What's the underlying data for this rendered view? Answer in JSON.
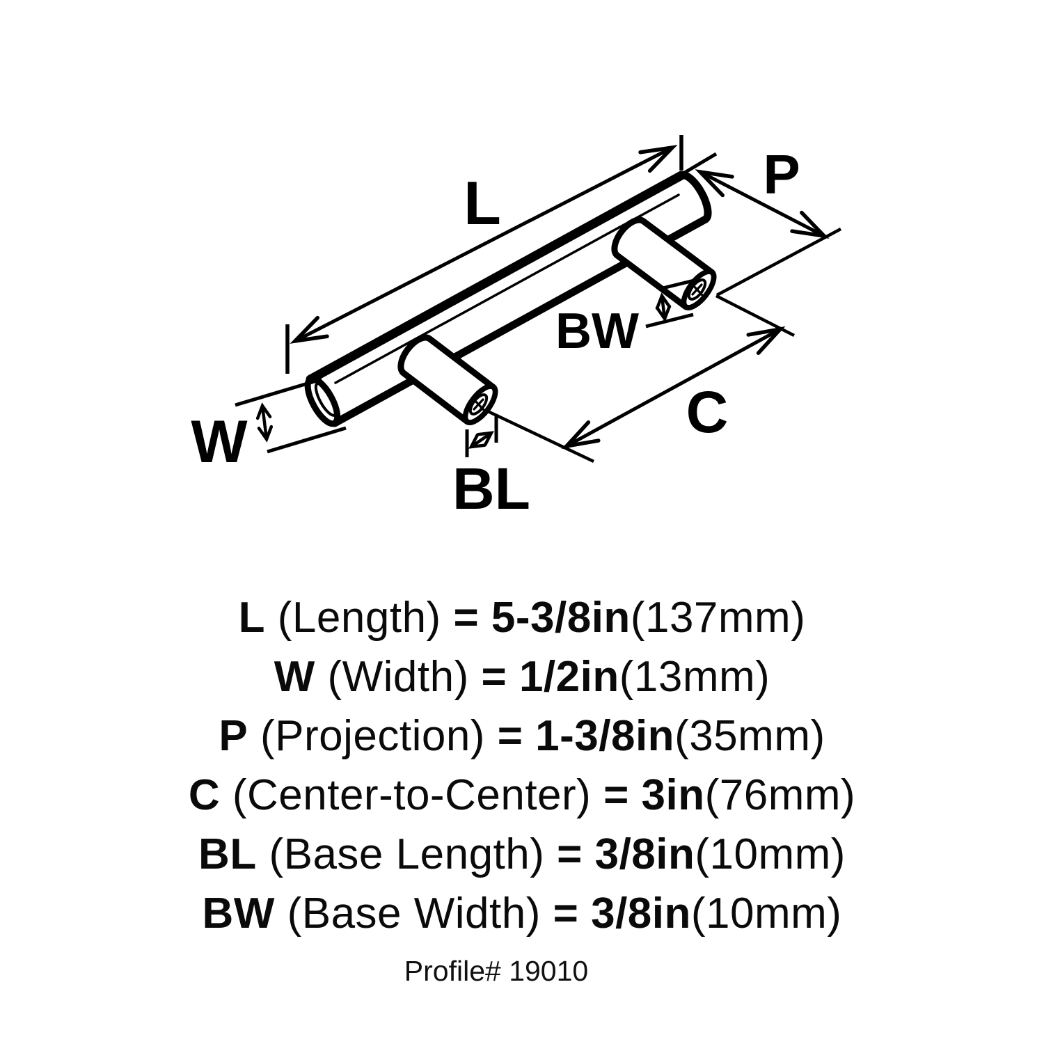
{
  "colors": {
    "ink": "#000000",
    "paper": "#ffffff"
  },
  "diagram": {
    "labels": {
      "length": "L",
      "projection": "P",
      "base_width": "BW",
      "width": "W",
      "center_to_center": "C",
      "base_length": "BL"
    }
  },
  "legend": {
    "rows": [
      {
        "code": "L",
        "name": "(Length)",
        "eq": "=",
        "imperial": "5-3/8in",
        "metric": "(137mm)"
      },
      {
        "code": "W",
        "name": "(Width)",
        "eq": "=",
        "imperial": "1/2in",
        "metric": "(13mm)"
      },
      {
        "code": "P",
        "name": "(Projection)",
        "eq": "=",
        "imperial": "1-3/8in",
        "metric": "(35mm)"
      },
      {
        "code": "C",
        "name": "(Center-to-Center)",
        "eq": "=",
        "imperial": "3in",
        "metric": "(76mm)"
      },
      {
        "code": "BL",
        "name": "(Base Length)",
        "eq": "=",
        "imperial": "3/8in",
        "metric": "(10mm)"
      },
      {
        "code": "BW",
        "name": "(Base Width)",
        "eq": "=",
        "imperial": "3/8in",
        "metric": "(10mm)"
      }
    ],
    "profile": "Profile# 19010"
  }
}
